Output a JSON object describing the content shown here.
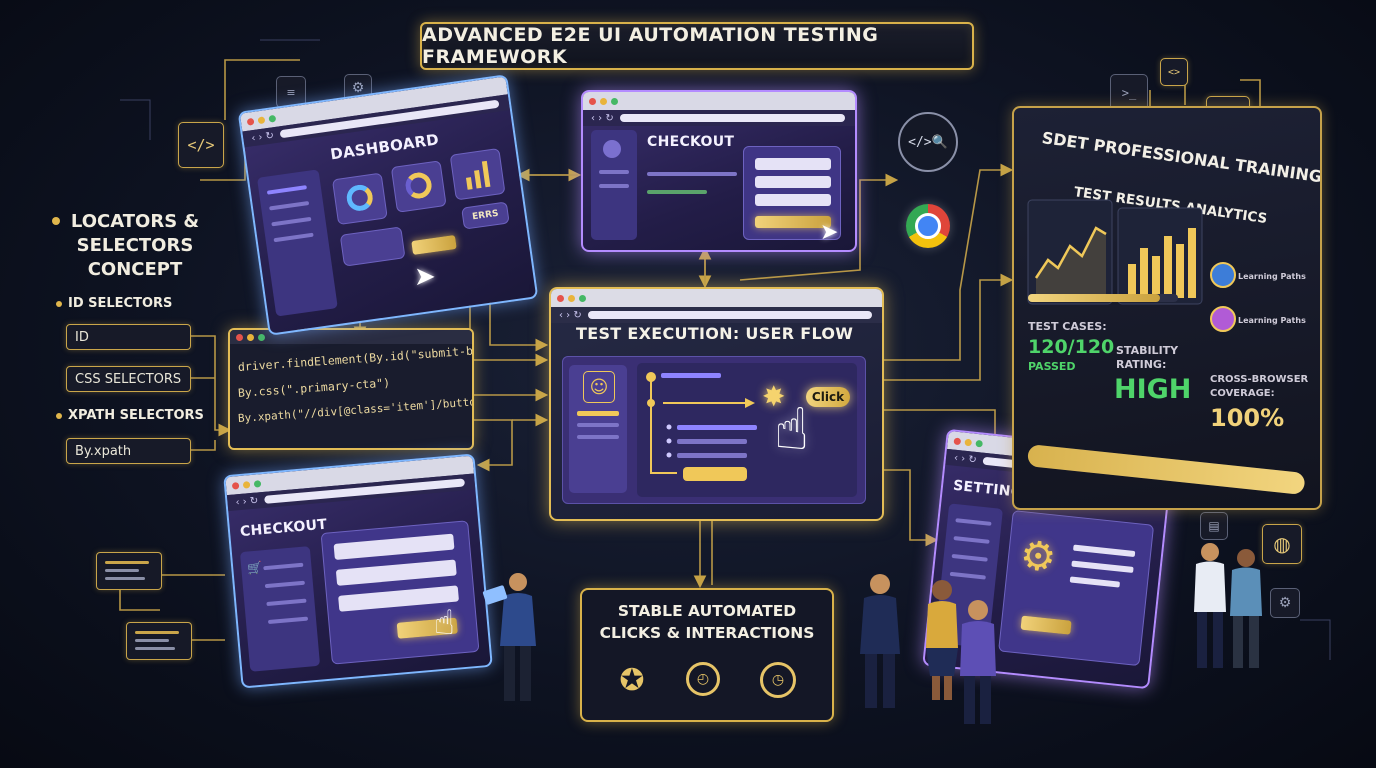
{
  "title": "ADVANCED E2E UI AUTOMATION TESTING FRAMEWORK",
  "locators": {
    "heading_line1": "LOCATORS &",
    "heading_line2": "SELECTORS",
    "heading_line3": "CONCEPT",
    "id_label": "ID SELECTORS",
    "id_box": "ID",
    "css_box": "CSS SELECTORS",
    "xpath_label": "XPATH SELECTORS",
    "xpath_box": "By.xpath"
  },
  "code": {
    "line1": "driver.findElement(By.id(\"submit-button\"))",
    "line2": "By.css(\".primary-cta\")",
    "line3": "By.xpath(\"//div[@class='item']/button\")"
  },
  "windows": {
    "dashboard_title": "DASHBOARD",
    "dashboard_badge": "ERRS",
    "checkout_top_title": "CHECKOUT",
    "checkout_bottom_title": "CHECKOUT",
    "settings_title": "SETTINGS"
  },
  "execution": {
    "title": "TEST EXECUTION: USER FLOW",
    "click_label": "Click"
  },
  "stable": {
    "line1": "STABLE AUTOMATED",
    "line2": "CLICKS & INTERACTIONS"
  },
  "analytics": {
    "heading": "SDET PROFESSIONAL TRAINING",
    "subheading": "TEST RESULTS ANALYTICS",
    "learning_1": "Learning Paths",
    "learning_2": "Learning Paths",
    "test_cases_label": "TEST CASES:",
    "test_cases_value": "120/120",
    "test_cases_status": "PASSED",
    "stability_label_1": "STABILITY",
    "stability_label_2": "RATING:",
    "stability_value": "HIGH",
    "coverage_label_1": "CROSS-BROWSER",
    "coverage_label_2": "COVERAGE:",
    "coverage_value": "100%"
  },
  "colors": {
    "gold": "#d9b24a",
    "purple_border": "#b48cff",
    "blue_border": "#7fb7ff",
    "pass_green": "#4fd46a",
    "high_green": "#4fd46a",
    "coverage_gold": "#f1d27a"
  },
  "icons": [
    "code-icon",
    "settings-icon",
    "chrome-icon",
    "globe-icon",
    "inspect-icon",
    "checkmark-badge-icon",
    "speedometer-icon",
    "stopwatch-icon",
    "cursor-icon",
    "pointer-hand-icon",
    "user-icon",
    "cart-icon",
    "gear-icon"
  ]
}
